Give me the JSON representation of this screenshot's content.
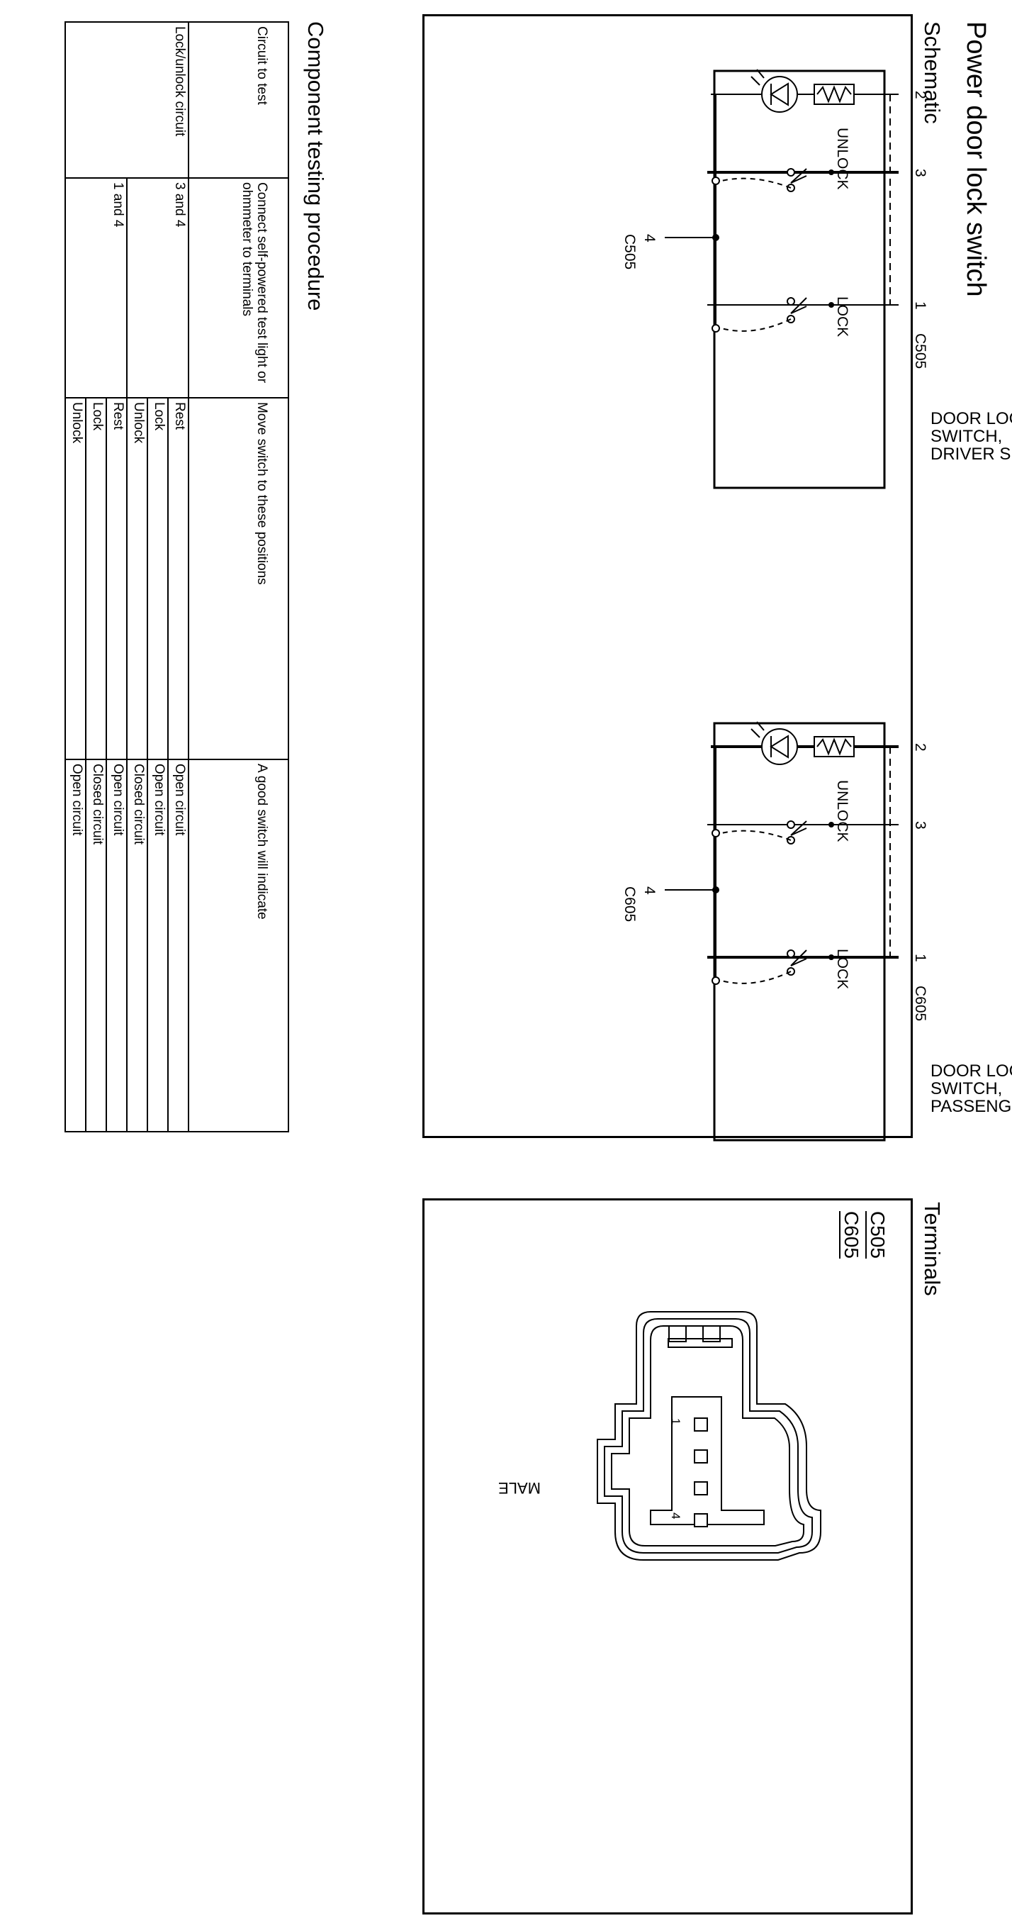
{
  "title": "Power door lock switch",
  "schematic": {
    "heading": "Schematic",
    "driver": {
      "connector": "C505",
      "connector_bottom": "C505",
      "caption": [
        "DOOR LOCK",
        "SWITCH,",
        "DRIVER SIDE"
      ],
      "pins": [
        "2",
        "3",
        "1",
        "4"
      ],
      "unlock_label": "UNLOCK",
      "lock_label": "LOCK"
    },
    "passenger": {
      "connector": "C605",
      "connector_bottom": "C605",
      "caption": [
        "DOOR LOCK",
        "SWITCH,",
        "PASSENGER SIDE"
      ],
      "pins": [
        "2",
        "3",
        "1",
        "4"
      ],
      "unlock_label": "UNLOCK",
      "lock_label": "LOCK"
    }
  },
  "terminals": {
    "heading": "Terminals",
    "connectors": [
      "C505",
      "C605"
    ],
    "gender": "MALE",
    "pin_labels": [
      "1",
      "4"
    ]
  },
  "testing": {
    "heading": "Component testing procedure",
    "headers": [
      "Circuit to test",
      "Connect self-powered test light or ohmmeter to terminals",
      "Move switch to these positions",
      "A good switch will indicate"
    ],
    "circuit": "Lock/unlock circuit",
    "groups": [
      {
        "terminals": "3 and 4",
        "rows": [
          {
            "position": "Rest",
            "result": "Open circuit"
          },
          {
            "position": "Lock",
            "result": "Open circuit"
          },
          {
            "position": "Unlock",
            "result": "Closed circuit"
          }
        ]
      },
      {
        "terminals": "1 and 4",
        "rows": [
          {
            "position": "Rest",
            "result": "Open circuit"
          },
          {
            "position": "Lock",
            "result": "Closed circuit"
          },
          {
            "position": "Unlock",
            "result": "Open circuit"
          }
        ]
      }
    ]
  }
}
